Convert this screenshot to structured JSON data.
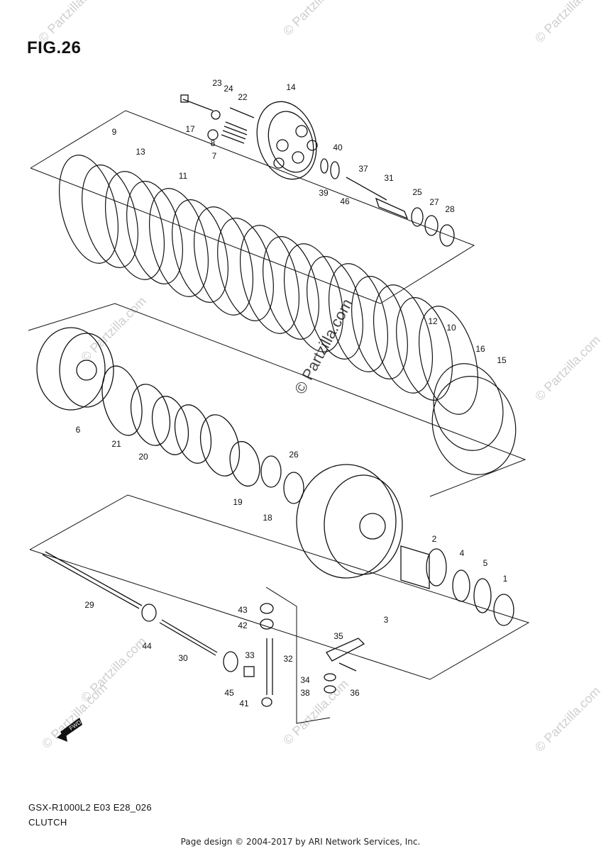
{
  "figure_title": "FIG.26",
  "model_code": "GSX-R1000L2 E03 E28_026",
  "caption": "CLUTCH",
  "footer": "Page design © 2004-2017 by ARI Network Services, Inc.",
  "watermark": "© Partzilla.com",
  "fwd_label": "FWD",
  "colors": {
    "line": "#111111",
    "watermark": "#cfcfcf"
  },
  "part_labels": [
    "1",
    "2",
    "3",
    "4",
    "5",
    "6",
    "7",
    "8",
    "9",
    "10",
    "11",
    "12",
    "13",
    "14",
    "15",
    "16",
    "17",
    "18",
    "19",
    "20",
    "21",
    "22",
    "23",
    "24",
    "25",
    "26",
    "27",
    "28",
    "29",
    "30",
    "31",
    "32",
    "33",
    "34",
    "35",
    "36",
    "37",
    "38",
    "39",
    "40",
    "41",
    "42",
    "43",
    "44",
    "45",
    "46"
  ]
}
